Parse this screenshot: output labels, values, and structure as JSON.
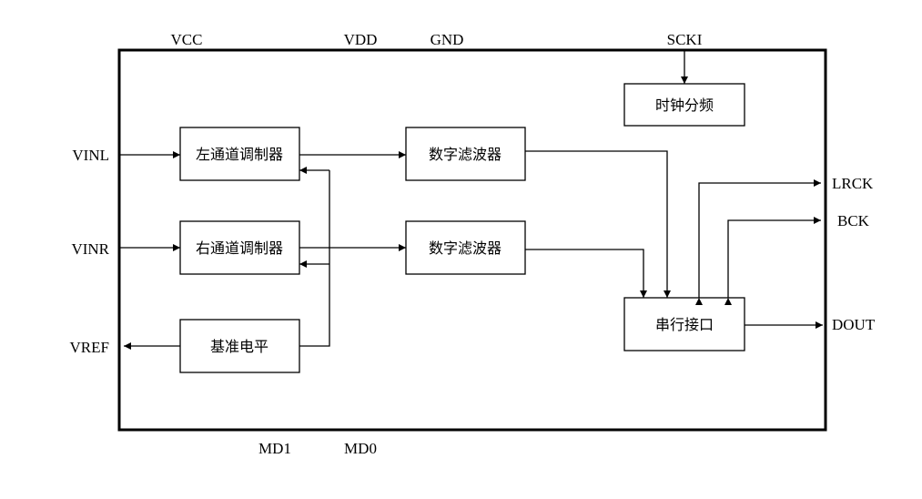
{
  "pins": {
    "vcc": "VCC",
    "vdd": "VDD",
    "gnd": "GND",
    "scki": "SCKI",
    "vinl": "VINL",
    "vinr": "VINR",
    "vref": "VREF",
    "md1": "MD1",
    "md0": "MD0",
    "lrck": "LRCK",
    "bck": "BCK",
    "dout": "DOUT"
  },
  "blocks": {
    "clock_divider": "时钟分频",
    "left_modulator": "左通道调制器",
    "right_modulator": "右通道调制器",
    "reference_level": "基准电平",
    "digital_filter_left": "数字滤波器",
    "digital_filter_right": "数字滤波器",
    "serial_interface": "串行接口"
  }
}
